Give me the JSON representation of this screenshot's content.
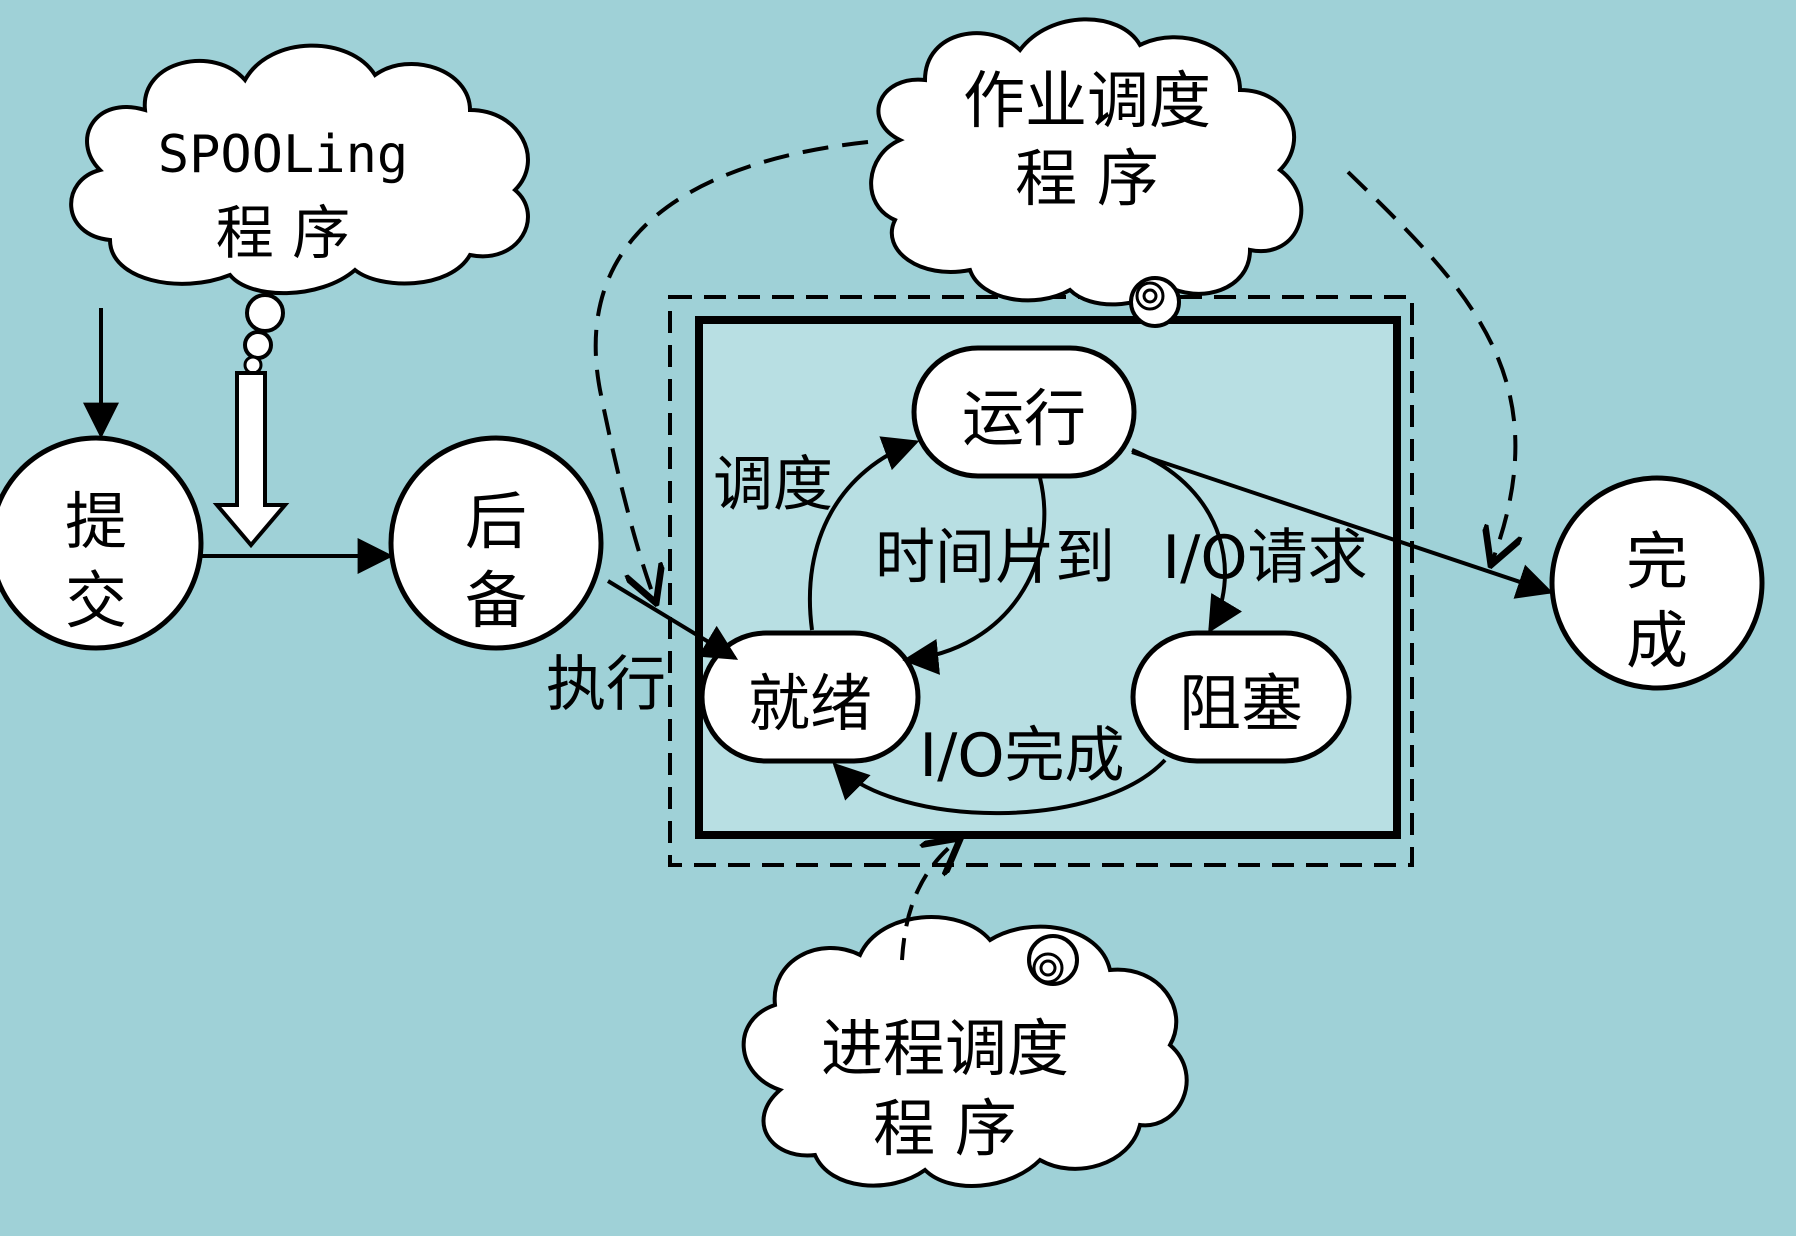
{
  "colors": {
    "background": "#9fd1d7",
    "inner_panel": "#b8dfe3",
    "node_fill": "#ffffff",
    "stroke": "#000000"
  },
  "clouds": {
    "spooling": {
      "line1": "SPOOLing",
      "line2": "程   序"
    },
    "job_scheduler": {
      "line1": "作业调度",
      "line2": "程   序"
    },
    "process_scheduler": {
      "line1": "进程调度",
      "line2": "程   序"
    }
  },
  "nodes": {
    "submit": {
      "line1": "提",
      "line2": "交"
    },
    "backup": {
      "line1": "后",
      "line2": "备"
    },
    "complete": {
      "line1": "完",
      "line2": "成"
    },
    "running": "运行",
    "ready": "就绪",
    "blocked": "阻塞"
  },
  "edge_labels": {
    "dispatch": "调度",
    "timeslice": "时间片到",
    "io_request": "I/O请求",
    "io_complete": "I/O完成",
    "execute": "执行"
  }
}
